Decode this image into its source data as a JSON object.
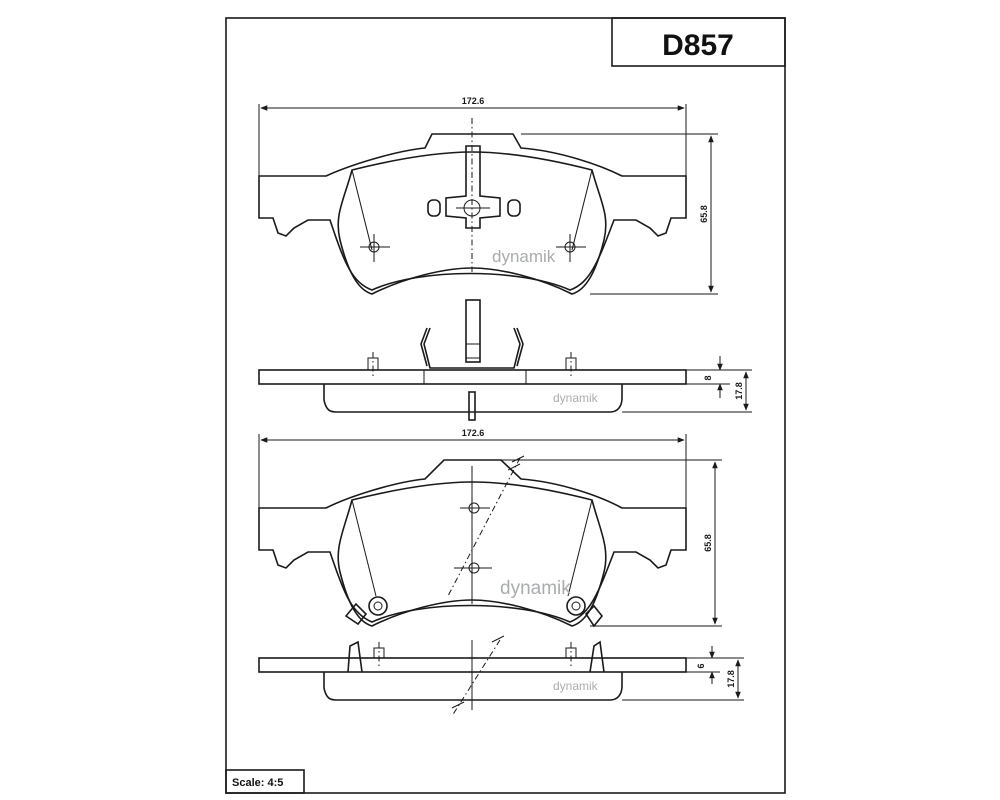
{
  "part_code": "D857",
  "scale": "Scale: 4:5",
  "brand": {
    "name": "dynamik"
  },
  "views": {
    "top_face": {
      "width_label": "172.6",
      "height_label": "65.8"
    },
    "top_side": {
      "backing_label": "8",
      "total_label": "17.8"
    },
    "bottom_face": {
      "width_label": "172.6",
      "height_label": "65.8"
    },
    "bottom_side": {
      "backing_label": "6",
      "total_label": "17.8"
    }
  }
}
